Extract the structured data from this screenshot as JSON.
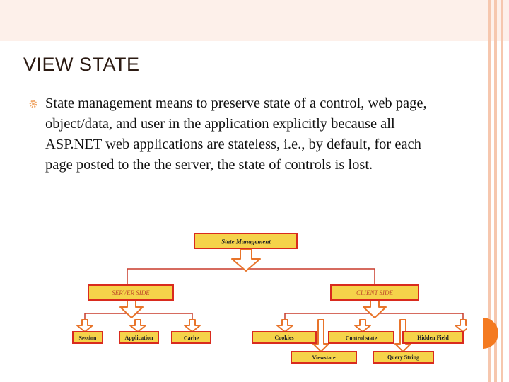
{
  "slide": {
    "title": "VIEW STATE",
    "bullet_text": "State management means to preserve state of a control, web page, object/data, and user in the application explicitly because all ASP.NET web applications are stateless, i.e., by default, for each page posted to the the server, the state of controls is lost."
  },
  "diagram": {
    "root": "State Management",
    "server_side": {
      "label": "SERVER SIDE",
      "children": [
        "Session",
        "Application",
        "Cache"
      ]
    },
    "client_side": {
      "label": "CLIENT SIDE",
      "children": [
        "Cookies",
        "Viewstate",
        "Control state",
        "Query String",
        "Hidden Field"
      ]
    }
  },
  "colors": {
    "box_fill": "#f5d34a",
    "box_border": "#d92b1e",
    "arrow_fill": "#ffffff",
    "arrow_stroke": "#e8742a",
    "accent_orange": "#f47a20",
    "top_band": "#fdf0ea",
    "stripe": "#f6c7ae"
  },
  "icons": {
    "bullet": "gear-icon"
  }
}
